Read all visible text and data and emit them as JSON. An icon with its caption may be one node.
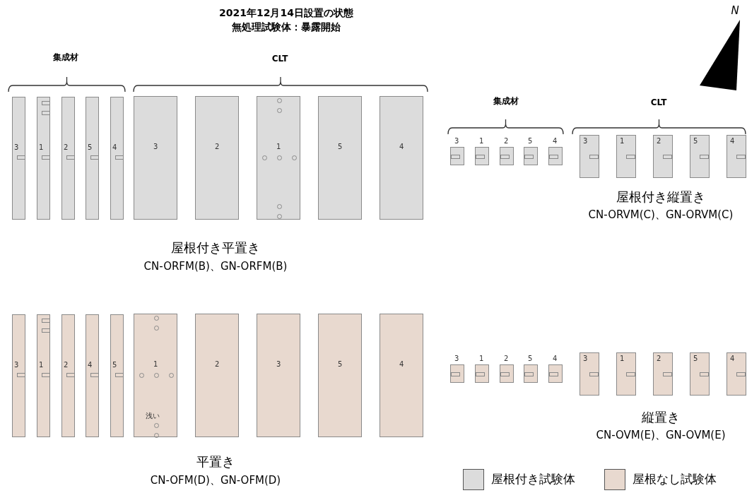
{
  "diagram": {
    "title": "2021年12月14日設置の状態",
    "nodes": [
      {
        "text": [
          "3"
        ]
      },
      {
        "text": [
          "1"
        ]
      },
      {
        "text": [
          "2"
        ]
      },
      {
        "text": [
          "5"
        ]
      },
      {
        "text": [
          "4"
        ]
      },
      {
        "text": [
          "3"
        ]
      },
      {
        "text": [
          "2"
        ]
      },
      {
        "text": [
          "1"
        ]
      },
      {
        "text": [
          "5"
        ]
      },
      {
        "text": [
          "4"
        ]
      },
      {
        "text": [
          "3"
        ]
      },
      {
        "text": [
          "1"
        ]
      },
      {
        "text": [
          "2"
        ]
      },
      {
        "text": [
          "5"
        ]
      },
      {
        "text": [
          "4"
        ]
      },
      {
        "text": [
          "3"
        ]
      },
      {
        "text": [
          "1"
        ]
      },
      {
        "text": [
          "2"
        ]
      },
      {
        "text": [
          "5"
        ]
      },
      {
        "text": [
          "4"
        ]
      },
      {
        "text": [
          "3"
        ]
      },
      {
        "text": [
          "1"
        ]
      },
      {
        "text": [
          "2"
        ]
      },
      {
        "text": [
          "4"
        ]
      },
      {
        "text": [
          "5"
        ]
      },
      {
        "text": [
          "1",
          "浅い"
        ]
      },
      {
        "text": [
          "2"
        ]
      },
      {
        "text": [
          "3"
        ]
      },
      {
        "text": [
          "5"
        ]
      },
      {
        "text": [
          "4"
        ]
      },
      {
        "text": [
          "3"
        ]
      },
      {
        "text": [
          "1"
        ]
      },
      {
        "text": [
          "2"
        ]
      },
      {
        "text": [
          "5"
        ]
      },
      {
        "text": [
          "4"
        ]
      },
      {
        "text": [
          "3"
        ]
      },
      {
        "text": [
          "1"
        ]
      },
      {
        "text": [
          "2"
        ]
      },
      {
        "text": [
          "5"
        ]
      },
      {
        "text": [
          "4"
        ]
      }
    ],
    "labels": [
      "無処理試験体：暴露開始",
      "N",
      "集成材",
      "CLT",
      "集成材",
      "CLT",
      "屋根付き縦置き",
      "CN-ORVM(C)、GN-ORVM(C)",
      "屋根付き平置き",
      "CN-ORFM(B)、GN-ORFM(B)",
      "縦置き",
      "CN-OVM(E)、GN-OVM(E)",
      "平置き",
      "CN-OFM(D)、GN-OFM(D)"
    ],
    "legend": [
      {
        "text": "屋根付き試験体",
        "color": "#dcdcdc"
      },
      {
        "text": "屋根なし試験体",
        "color": "#e8d9cf"
      }
    ]
  }
}
